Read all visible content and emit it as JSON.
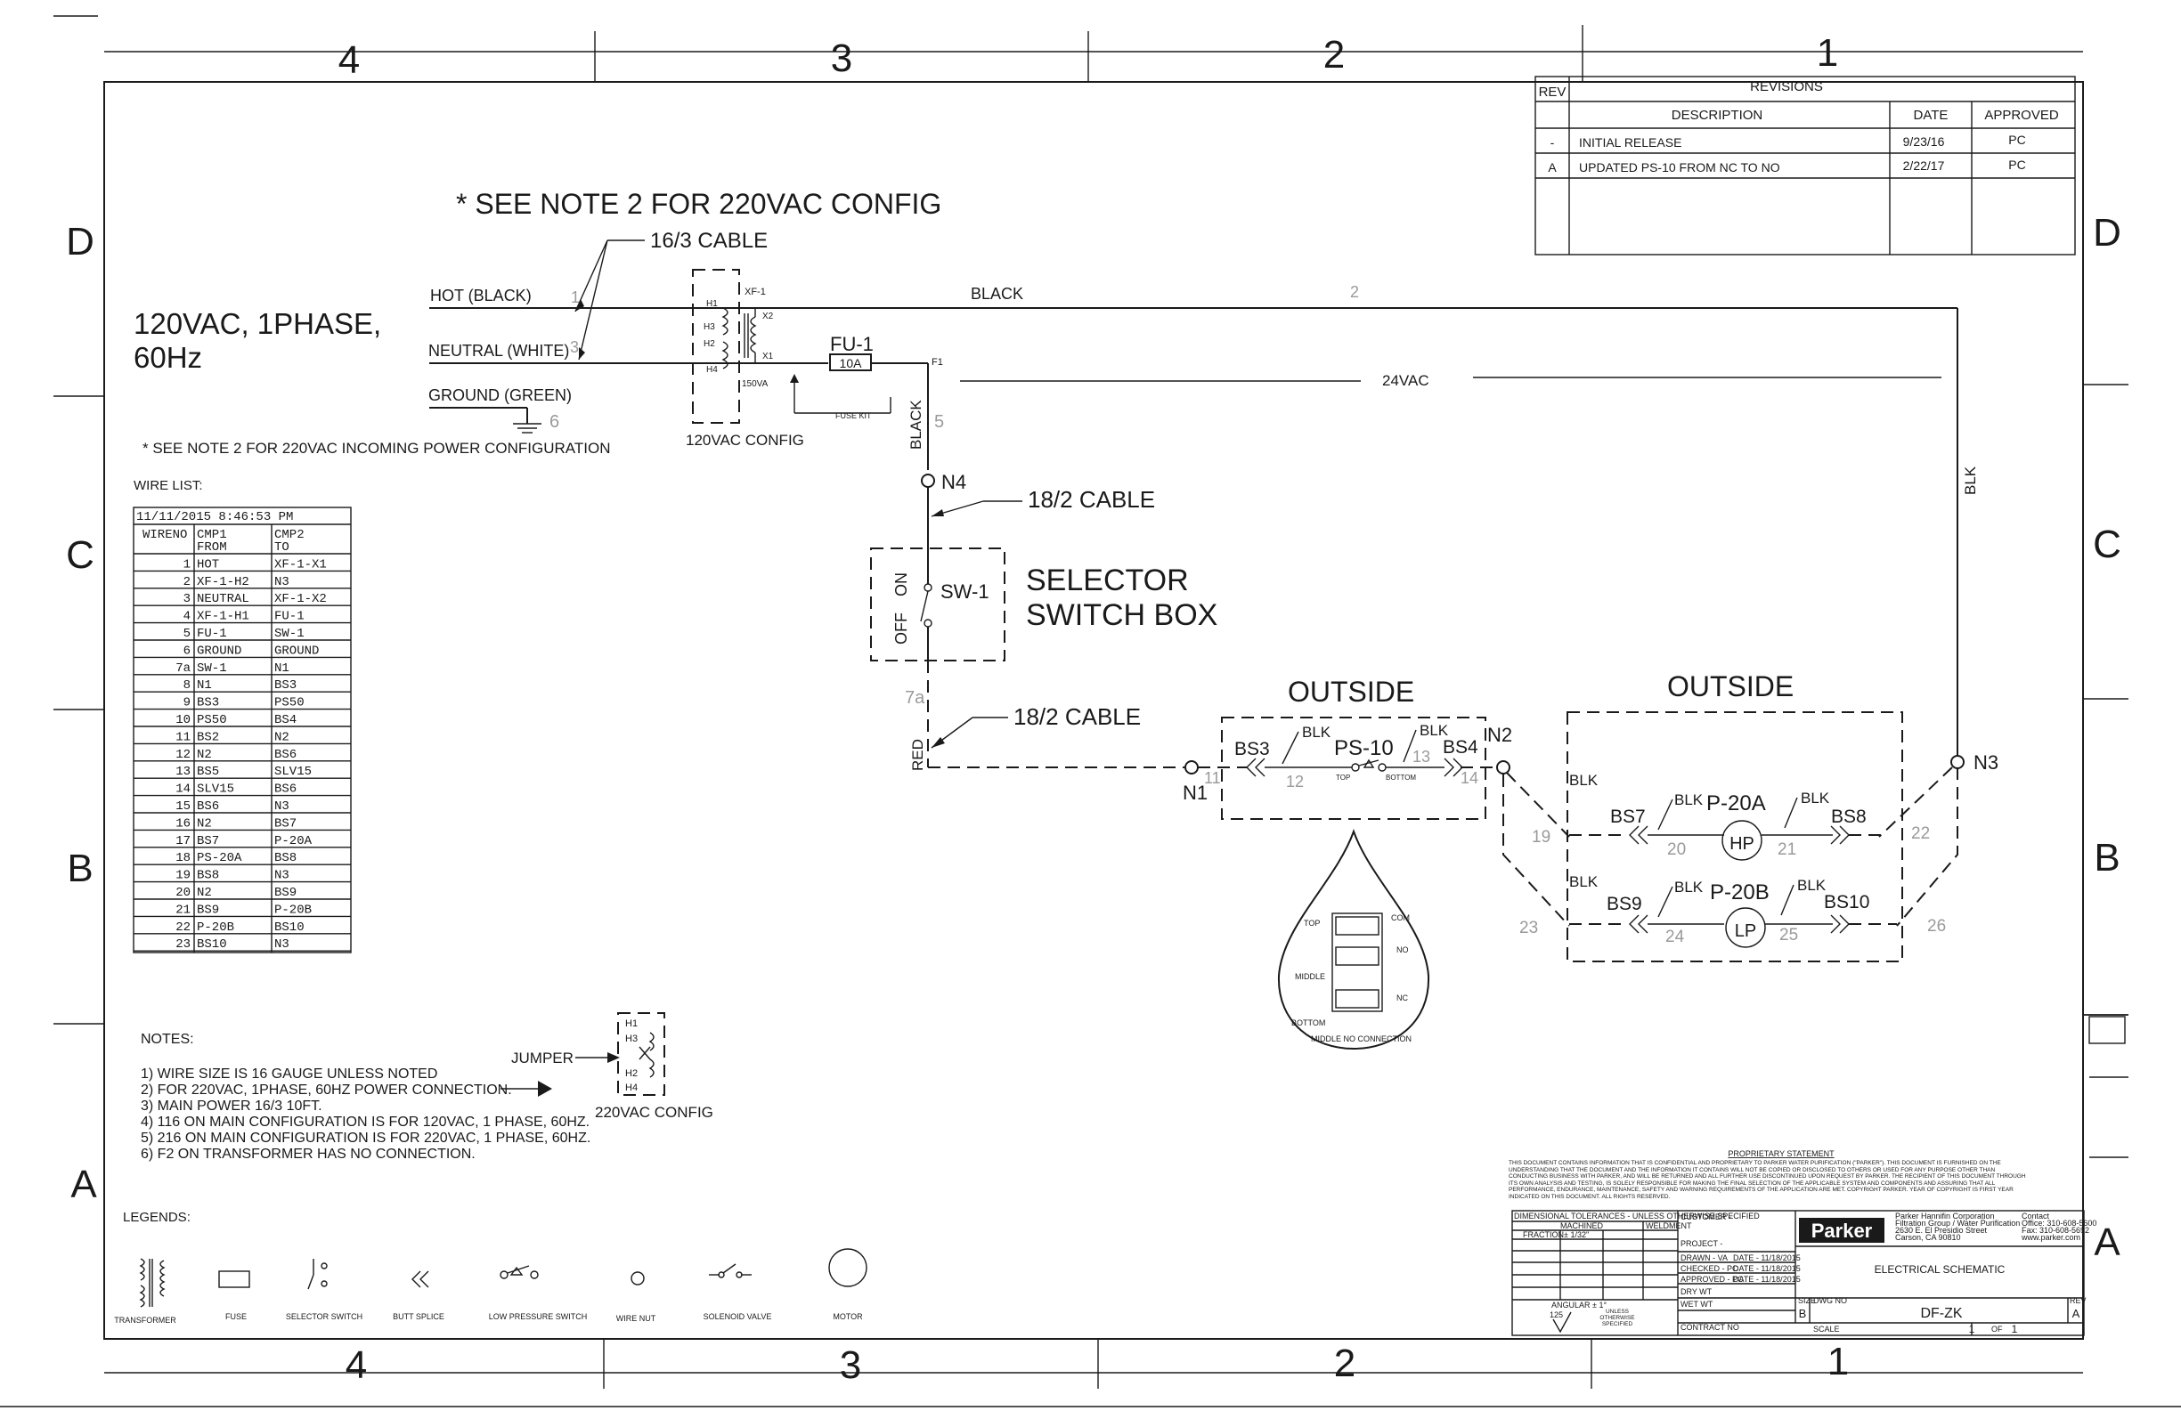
{
  "zones": {
    "top": [
      "4",
      "3",
      "2",
      "1"
    ],
    "bottom": [
      "4",
      "3",
      "2",
      "1"
    ],
    "left": [
      "D",
      "C",
      "B",
      "A"
    ],
    "right": [
      "D",
      "C",
      "B",
      "A"
    ]
  },
  "revisions": {
    "header_rev": "REV",
    "header_title": "REVISIONS",
    "col_desc": "DESCRIPTION",
    "col_date": "DATE",
    "col_approved": "APPROVED",
    "rows": [
      {
        "rev": "-",
        "desc": "INITIAL RELEASE",
        "date": "9/23/16",
        "approved": "PC"
      },
      {
        "rev": "A",
        "desc": "UPDATED PS-10 FROM NC TO NO",
        "date": "2/22/17",
        "approved": "PC"
      }
    ]
  },
  "notes_top": {
    "see_note": "* SEE NOTE 2 FOR 220VAC CONFIG",
    "cable_16_3": "16/3 CABLE",
    "power_line1": "120VAC, 1PHASE,",
    "power_line2": "60Hz",
    "hot": "HOT (BLACK)",
    "neutral": "NEUTRAL (WHITE)",
    "ground": "GROUND (GREEN)",
    "incoming": "* SEE NOTE 2 FOR 220VAC INCOMING POWER CONFIGURATION",
    "config_120": "120VAC CONFIG",
    "wire1": "1",
    "wire3": "3",
    "wire6": "6",
    "wire2": "2",
    "wire5": "5",
    "wire7a": "7a"
  },
  "transformer": {
    "xf1": "XF-1",
    "h1": "H1",
    "h3": "H3",
    "h2": "H2",
    "h4": "H4",
    "x2": "X2",
    "x1": "X1",
    "va": "150VA"
  },
  "fuse": {
    "name": "FU-1",
    "rating": "10A",
    "f1": "F1",
    "fuse_kit": "FUSE KIT"
  },
  "wires": {
    "black": "BLACK",
    "black_vert": "BLACK",
    "vac24": "24VAC",
    "blk_right": "BLK",
    "red": "RED",
    "cable_18_2_a": "18/2 CABLE",
    "cable_18_2_b": "18/2 CABLE"
  },
  "nodes": {
    "n4": "N4",
    "n1": "N1",
    "n2": "N2",
    "n3": "N3"
  },
  "selector": {
    "sw": "SW-1",
    "on": "ON",
    "off": "OFF",
    "line1": "SELECTOR",
    "line2": "SWITCH BOX"
  },
  "outside_a": {
    "title": "OUTSIDE",
    "bs3": "BS3",
    "bs4": "BS4",
    "ps": "PS-10",
    "blk1": "BLK",
    "blk2": "BLK",
    "top": "TOP",
    "bottom": "BOTTOM",
    "w11": "11",
    "w12": "12",
    "w13": "13",
    "w14": "14"
  },
  "outside_b": {
    "title": "OUTSIDE",
    "bs7": "BS7",
    "bs8": "BS8",
    "bs9": "BS9",
    "bs10": "BS10",
    "p20a": "P-20A",
    "p20b": "P-20B",
    "hp": "HP",
    "lp": "LP",
    "blk": "BLK",
    "w19": "19",
    "w20": "20",
    "w21": "21",
    "w22": "22",
    "w23": "23",
    "w24": "24",
    "w25": "25",
    "w26": "26"
  },
  "float_switch": {
    "top": "TOP",
    "middle": "MIDDLE",
    "bottom": "BOTTOM",
    "com": "COM",
    "no": "NO",
    "nc": "NC",
    "caption": "MIDDLE NO CONNECTION"
  },
  "wire_list": {
    "title": "WIRE LIST:",
    "stamp": "11/11/2015  8:46:53  PM",
    "h_wireno": "WIRENO",
    "h_cmp1": "CMP1",
    "h_from": "FROM",
    "h_cmp2": "CMP2",
    "h_to": "TO",
    "rows": [
      [
        "1",
        "HOT",
        "XF-1-X1"
      ],
      [
        "2",
        "XF-1-H2",
        "N3"
      ],
      [
        "3",
        "NEUTRAL",
        "XF-1-X2"
      ],
      [
        "4",
        "XF-1-H1",
        "FU-1"
      ],
      [
        "5",
        "FU-1",
        "SW-1"
      ],
      [
        "6",
        "GROUND",
        "GROUND"
      ],
      [
        "7a",
        "SW-1",
        "N1"
      ],
      [
        "8",
        "N1",
        "BS3"
      ],
      [
        "9",
        "BS3",
        "PS50"
      ],
      [
        "10",
        "PS50",
        "BS4"
      ],
      [
        "11",
        "BS2",
        "N2"
      ],
      [
        "12",
        "N2",
        "BS6"
      ],
      [
        "13",
        "BS5",
        "SLV15"
      ],
      [
        "14",
        "SLV15",
        "BS6"
      ],
      [
        "15",
        "BS6",
        "N3"
      ],
      [
        "16",
        "N2",
        "BS7"
      ],
      [
        "17",
        "BS7",
        "P-20A"
      ],
      [
        "18",
        "PS-20A",
        "BS8"
      ],
      [
        "19",
        "BS8",
        "N3"
      ],
      [
        "20",
        "N2",
        "BS9"
      ],
      [
        "21",
        "BS9",
        "P-20B"
      ],
      [
        "22",
        "P-20B",
        "BS10"
      ],
      [
        "23",
        "BS10",
        "N3"
      ]
    ]
  },
  "notes": {
    "title": "NOTES:",
    "items": [
      "1) WIRE SIZE IS 16 GAUGE UNLESS NOTED",
      "2) FOR 220VAC, 1PHASE, 60HZ POWER CONNECTION.",
      "3) MAIN POWER 16/3 10FT.",
      "4) 116 ON MAIN CONFIGURATION IS FOR 120VAC, 1 PHASE, 60HZ.",
      "5) 216 ON MAIN CONFIGURATION IS FOR 220VAC, 1 PHASE, 60HZ.",
      "6) F2 ON TRANSFORMER HAS NO CONNECTION."
    ],
    "jumper": "JUMPER",
    "config_220": "220VAC CONFIG",
    "h1": "H1",
    "h3": "H3",
    "h2": "H2",
    "h4": "H4"
  },
  "legends": {
    "title": "LEGENDS:",
    "items": [
      "TRANSFORMER",
      "FUSE",
      "SELECTOR SWITCH",
      "BUTT SPLICE",
      "LOW PRESSURE SWITCH",
      "WIRE NUT",
      "SOLENOID VALVE",
      "MOTOR"
    ]
  },
  "title_block": {
    "proprietary_title": "PROPRIETARY STATEMENT",
    "proprietary_text": "THIS DOCUMENT CONTAINS INFORMATION THAT IS CONFIDENTIAL AND PROPRIETARY TO PARKER WATER PURIFICATION (\"PARKER\"). THIS DOCUMENT IS FURNISHED ON THE UNDERSTANDING THAT THE DOCUMENT AND THE INFORMATION IT CONTAINS WILL NOT BE COPIED OR DISCLOSED TO OTHERS OR USED FOR ANY PURPOSE OTHER THAN CONDUCTING BUSINESS WITH PARKER, AND WILL BE RETURNED AND ALL FURTHER USE DISCONTINUED UPON REQUEST BY PARKER. THE RECIPIENT OF THIS DOCUMENT THROUGH ITS OWN ANALYSIS AND TESTING, IS SOLELY RESPONSIBLE FOR MAKING THE FINAL SELECTION OF THE APPLICABLE SYSTEM AND COMPONENTS AND ASSURING THAT ALL PERFORMANCE, ENDURANCE, MAINTENANCE, SAFETY AND WARNING REQUIREMENTS OF THE APPLICATION ARE MET. COPYRIGHT PARKER. YEAR OF COPYRIGHT IS FIRST YEAR INDICATED ON THIS DOCUMENT. ALL RIGHTS RESERVED.",
    "tolerances": "DIMENSIONAL TOLERANCES - UNLESS OTHERWISE SPECIFIED",
    "machined": "MACHINED",
    "weldment": "WELDMENT",
    "fraction": "FRACTION",
    "fraction_v": "± 1/32\"",
    "customer": "CUSTOMER -",
    "project": "PROJECT -",
    "drawn": "DRAWN - VA",
    "checked": "CHECKED - PC",
    "approved": "APPROVED - PC",
    "date1": "DATE - 11/18/2015",
    "date2": "DATE - 11/18/2015",
    "date3": "DATE - 11/18/2015",
    "dry_wt": "DRY WT",
    "wet_wt": "WET WT",
    "contract": "CONTRACT NO",
    "angular": "ANGULAR ± 1°",
    "finish": "125",
    "unless": "UNLESS OTHERWISE SPECIFIED",
    "logo": "Parker",
    "company1": "Parker Hannifin Corporation",
    "company2": "Filtration Group / Water Purification",
    "company3": "2630 E. El Presidio Street",
    "company4": "Carson, CA 90810",
    "contact": "Contact",
    "office": "Office: 310-608-5600",
    "fax": "Fax: 310-608-5692",
    "web": "www.parker.com",
    "drawing_title": "ELECTRICAL SCHEMATIC",
    "size_label": "SIZE",
    "size": "B",
    "dwg_label": "DWG NO",
    "dwg": "DF-ZK",
    "rev_label": "REV",
    "rev": "A",
    "scale_label": "SCALE",
    "sheet": "1",
    "of": "OF",
    "sheets": "1"
  }
}
